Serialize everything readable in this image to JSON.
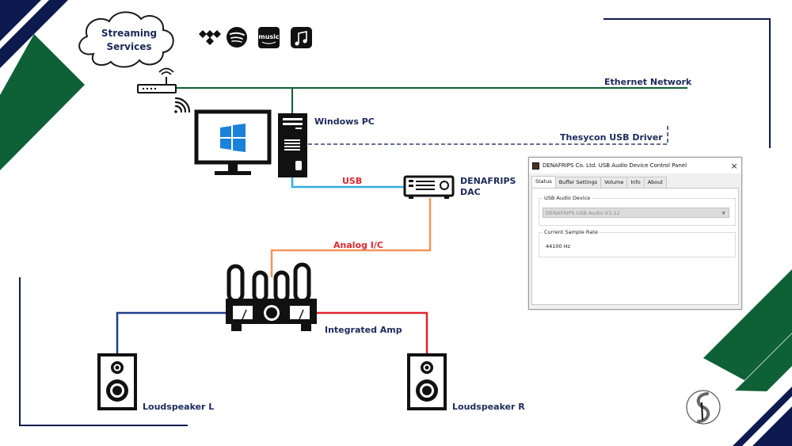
{
  "cloud": {
    "line1": "Streaming",
    "line2": "Services"
  },
  "streaming_icons": [
    "tidal-icon",
    "spotify-icon",
    "amazon-music-icon",
    "apple-music-icon"
  ],
  "amazon_music_text": "music",
  "labels": {
    "ethernet": "Ethernet Network",
    "windows_pc": "Windows PC",
    "driver": "Thesycon USB Driver",
    "usb": "USB",
    "dac_line1": "DENAFRIPS",
    "dac_line2": "DAC",
    "analog": "Analog I/C",
    "amp": "Integrated Amp",
    "speaker_l": "Loudspeaker L",
    "speaker_r": "Loudspeaker R"
  },
  "panel": {
    "title": "DENAFRIPS Co. Ltd. USB Audio Device Control Panel",
    "close": "×",
    "tabs": [
      "Status",
      "Buffer Settings",
      "Volume",
      "Info",
      "About"
    ],
    "device_group": "USB Audio Device",
    "device_value": "DENAFRIPS USB Audio V3.12",
    "rate_group": "Current Sample Rate",
    "rate_value": "44100 Hz"
  },
  "colors": {
    "navy": "#0d1a4f",
    "green": "#0e6036",
    "usb_blue": "#35aee5",
    "analog_orange": "#f0965a",
    "red": "#e0262e",
    "windows_blue": "#1b82dc"
  }
}
